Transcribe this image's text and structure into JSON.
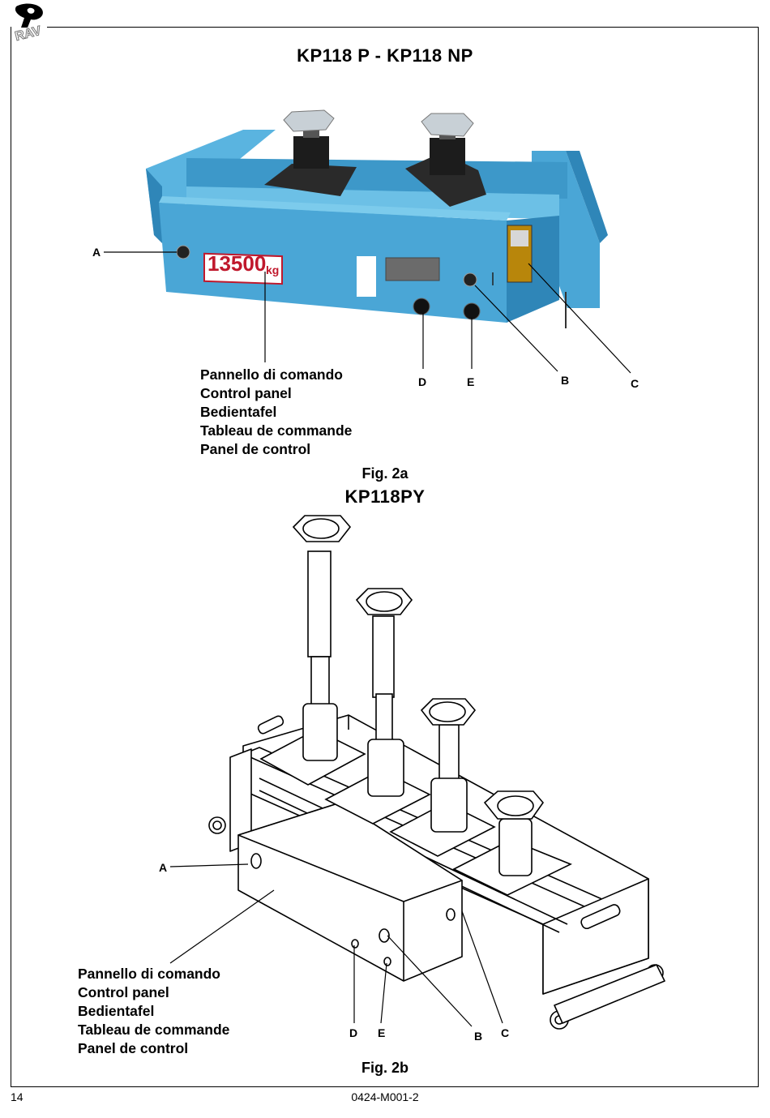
{
  "header": {
    "title_top": "KP118 P - KP118 NP",
    "title_bottom": "KP118PY"
  },
  "fig_a": {
    "caption": "Fig. 2a",
    "plate_text": "13500",
    "plate_unit": "kg",
    "labels": [
      "Pannello di comando",
      "Control panel",
      "Bedientafel",
      "Tableau de commande",
      "Panel de control"
    ],
    "callouts": {
      "a": "A",
      "b": "B",
      "c": "C",
      "d": "D",
      "e": "E"
    }
  },
  "fig_b": {
    "caption": "Fig. 2b",
    "labels": [
      "Pannello di comando",
      "Control panel",
      "Bedientafel",
      "Tableau de commande",
      "Panel de control"
    ],
    "callouts": {
      "a": "A",
      "b": "B",
      "c": "C",
      "d": "D",
      "e": "E"
    }
  },
  "footer": {
    "page_number": "14",
    "doc_code": "0424-M001-2"
  },
  "colors": {
    "lift_blue": "#4aa6d6",
    "lift_blue_dark": "#2f86b8",
    "plate_red": "#c0182c",
    "steel": "#9aa6b0"
  }
}
